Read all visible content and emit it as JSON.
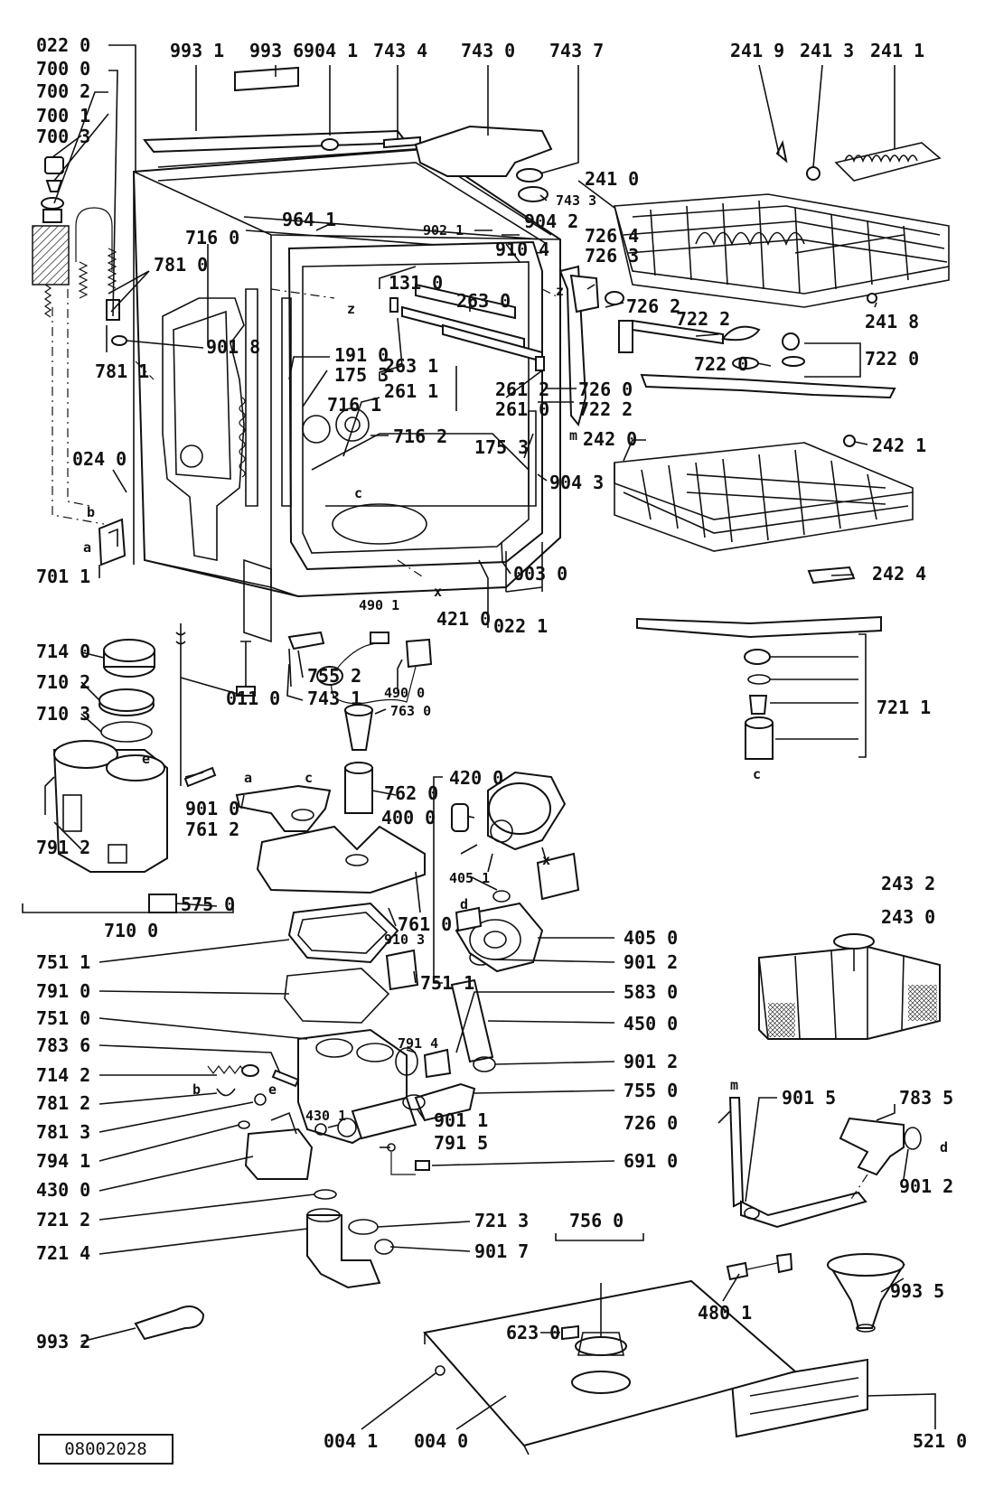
{
  "document_number": "08002028",
  "letters": [
    "a",
    "b",
    "c",
    "d",
    "e",
    "m",
    "x",
    "z"
  ],
  "labels": [
    "022 0",
    "700 0",
    "700 2",
    "700 1",
    "700 3",
    "993 1",
    "993 6",
    "904 1",
    "743 4",
    "743 0",
    "743 7",
    "241 9",
    "241 3",
    "241 1",
    "964 1",
    "902 1",
    "904 2",
    "743 3",
    "241 0",
    "910 4",
    "726 4",
    "726 3",
    "131 0",
    "263 0",
    "726 2",
    "722 2",
    "241 8",
    "722 0",
    "722 0",
    "722 2",
    "716 0",
    "781 0",
    "901 8",
    "781 1",
    "191 0",
    "175 3",
    "263 1",
    "261 1",
    "261 2",
    "261 0",
    "726 0",
    "716 1",
    "716 2",
    "175 3",
    "904 3",
    "242 0",
    "242 1",
    "024 0",
    "003 0",
    "242 4",
    "701 1",
    "490 1",
    "421 0",
    "022 1",
    "755 2",
    "743 1",
    "011 0",
    "490 0",
    "763 0",
    "714 0",
    "710 2",
    "710 3",
    "721 1",
    "901 0",
    "761 2",
    "762 0",
    "420 0",
    "400 0",
    "791 2",
    "575 0",
    "405 1",
    "761 0",
    "910 3",
    "405 0",
    "710 0",
    "751 1",
    "901 2",
    "243 2",
    "243 0",
    "791 0",
    "751 1",
    "751 0",
    "583 0",
    "783 6",
    "450 0",
    "714 2",
    "791 4",
    "901 2",
    "781 2",
    "755 0",
    "781 3",
    "901 1",
    "794 1",
    "430 1",
    "791 5",
    "430 0",
    "691 0",
    "726 0",
    "901 5",
    "783 5",
    "901 2",
    "721 2",
    "721 3",
    "756 0",
    "721 4",
    "901 7",
    "480 1",
    "993 5",
    "623 0",
    "993 2",
    "004 1",
    "004 0",
    "521 0"
  ]
}
